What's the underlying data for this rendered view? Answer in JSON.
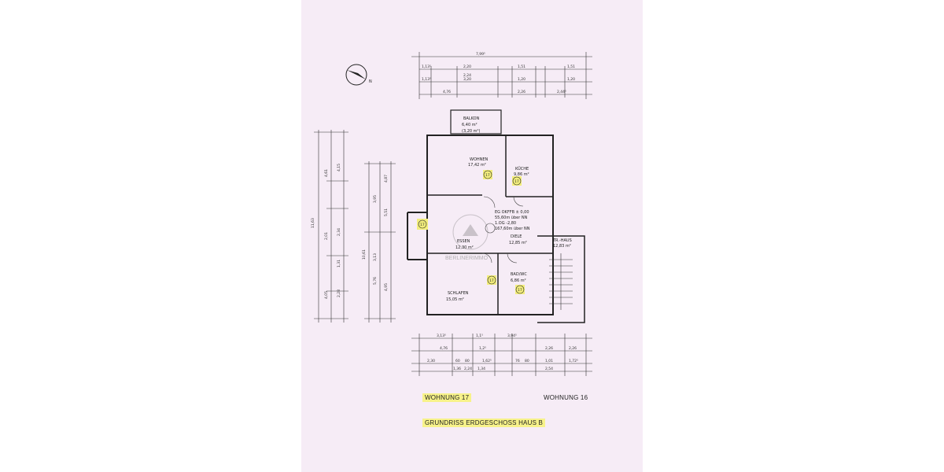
{
  "plan": {
    "apartment_label": "WOHNUNG 17",
    "neighbor_label": "WOHNUNG 16",
    "caption": "GRUNDRISS ERDGESCHOSS HAUS B",
    "unit_marker": "17",
    "watermark": "BERLINERIMMO"
  },
  "rooms": {
    "balkon": {
      "name": "BALKON",
      "area": "6,40 m²",
      "extra": "(3,20 m²)"
    },
    "wohnen": {
      "name": "WOHNEN",
      "area": "17,42 m²"
    },
    "kueche": {
      "name": "KÜCHE",
      "area": "9,86 m²"
    },
    "essen": {
      "name": "ESSEN",
      "area": "12,30 m²"
    },
    "diele": {
      "name": "DIELE",
      "area": "12,85 m²"
    },
    "bad": {
      "name": "BAD/WC",
      "area": "6,86 m²"
    },
    "schlafen": {
      "name": "SCHLAFEN",
      "area": "15,05 m²"
    },
    "treppenhaus": {
      "name": "TR.-HAUS",
      "area": "12,83 m²"
    }
  },
  "level_info": {
    "line1": "EG OKFFB ± 0,00",
    "line2": "55,60m über NN",
    "line3": "1.OG -2,80",
    "line4": "167,60m über NN"
  },
  "dimensions": {
    "top_row1": "7,99⁵",
    "top_row2": [
      "1,13⁵",
      "2,20",
      "2,24",
      "1,51",
      "1,51"
    ],
    "top_row3": [
      "1,13⁵",
      "3,20",
      "1,20",
      "1,20"
    ],
    "top_row4": [
      "4,76",
      "2,26",
      "2,44⁵"
    ],
    "bottom_row1": [
      "3,13⁵",
      "1,1⁵",
      "3,94⁵"
    ],
    "bottom_row2": [
      "4,76",
      "1,2⁵",
      "2,26",
      "2,26"
    ],
    "bottom_row3": [
      "2,30",
      "60",
      "80",
      "1,62⁵",
      "76",
      "80",
      "1,01",
      "1,72⁵"
    ],
    "bottom_row4": [
      "1,36",
      "2,24",
      "1,34",
      "2,54"
    ],
    "left_outer": "11,63",
    "left_mid": [
      "4,61",
      "4,15",
      "2,01",
      "2,34",
      "1,31",
      "2,28",
      "4,05"
    ],
    "left_inner": [
      "3,95",
      "5,51",
      "10,61",
      "5,76",
      "3,13",
      "4,95",
      "4,87"
    ]
  }
}
